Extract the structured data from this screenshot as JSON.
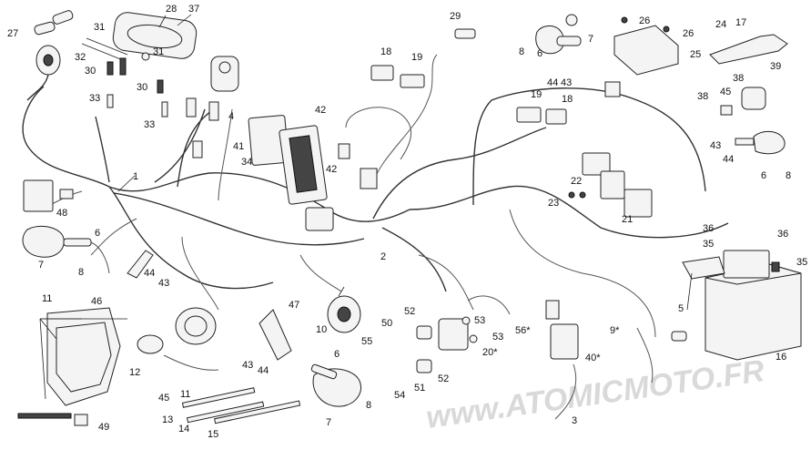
{
  "watermark": "www.ATOMICMOTO.FR",
  "callouts": [
    {
      "id": "c1",
      "text": "1"
    },
    {
      "id": "c2",
      "text": "2"
    },
    {
      "id": "c3",
      "text": "3"
    },
    {
      "id": "c4",
      "text": "4"
    },
    {
      "id": "c5",
      "text": "5"
    },
    {
      "id": "c6a",
      "text": "6"
    },
    {
      "id": "c6b",
      "text": "6"
    },
    {
      "id": "c6c",
      "text": "6"
    },
    {
      "id": "c6d",
      "text": "6"
    },
    {
      "id": "c7a",
      "text": "7"
    },
    {
      "id": "c7b",
      "text": "7"
    },
    {
      "id": "c7c",
      "text": "7"
    },
    {
      "id": "c8a",
      "text": "8"
    },
    {
      "id": "c8b",
      "text": "8"
    },
    {
      "id": "c8c",
      "text": "8"
    },
    {
      "id": "c8d",
      "text": "8"
    },
    {
      "id": "c9",
      "text": "9*"
    },
    {
      "id": "c10",
      "text": "10"
    },
    {
      "id": "c11a",
      "text": "11"
    },
    {
      "id": "c11b",
      "text": "11"
    },
    {
      "id": "c12",
      "text": "12"
    },
    {
      "id": "c13",
      "text": "13"
    },
    {
      "id": "c14",
      "text": "14"
    },
    {
      "id": "c15",
      "text": "15"
    },
    {
      "id": "c16",
      "text": "16"
    },
    {
      "id": "c17",
      "text": "17"
    },
    {
      "id": "c18a",
      "text": "18"
    },
    {
      "id": "c18b",
      "text": "18"
    },
    {
      "id": "c19a",
      "text": "19"
    },
    {
      "id": "c19b",
      "text": "19"
    },
    {
      "id": "c20",
      "text": "20*"
    },
    {
      "id": "c21",
      "text": "21"
    },
    {
      "id": "c22",
      "text": "22"
    },
    {
      "id": "c23",
      "text": "23"
    },
    {
      "id": "c24",
      "text": "24"
    },
    {
      "id": "c25",
      "text": "25"
    },
    {
      "id": "c26a",
      "text": "26"
    },
    {
      "id": "c26b",
      "text": "26"
    },
    {
      "id": "c27",
      "text": "27"
    },
    {
      "id": "c28",
      "text": "28"
    },
    {
      "id": "c29",
      "text": "29"
    },
    {
      "id": "c30a",
      "text": "30"
    },
    {
      "id": "c30b",
      "text": "30"
    },
    {
      "id": "c31a",
      "text": "31"
    },
    {
      "id": "c31b",
      "text": "31"
    },
    {
      "id": "c32",
      "text": "32"
    },
    {
      "id": "c33a",
      "text": "33"
    },
    {
      "id": "c33b",
      "text": "33"
    },
    {
      "id": "c34",
      "text": "34"
    },
    {
      "id": "c35a",
      "text": "35"
    },
    {
      "id": "c35b",
      "text": "35"
    },
    {
      "id": "c36a",
      "text": "36"
    },
    {
      "id": "c36b",
      "text": "36"
    },
    {
      "id": "c37",
      "text": "37"
    },
    {
      "id": "c38a",
      "text": "38"
    },
    {
      "id": "c38b",
      "text": "38"
    },
    {
      "id": "c39",
      "text": "39"
    },
    {
      "id": "c40",
      "text": "40*"
    },
    {
      "id": "c41",
      "text": "41"
    },
    {
      "id": "c42a",
      "text": "42"
    },
    {
      "id": "c42b",
      "text": "42"
    },
    {
      "id": "c43a",
      "text": "43"
    },
    {
      "id": "c43b",
      "text": "43"
    },
    {
      "id": "c43c",
      "text": "43"
    },
    {
      "id": "c43d",
      "text": "43"
    },
    {
      "id": "c44a",
      "text": "44"
    },
    {
      "id": "c44b",
      "text": "44"
    },
    {
      "id": "c44c",
      "text": "44"
    },
    {
      "id": "c44d",
      "text": "44"
    },
    {
      "id": "c45a",
      "text": "45"
    },
    {
      "id": "c45b",
      "text": "45"
    },
    {
      "id": "c46",
      "text": "46"
    },
    {
      "id": "c47",
      "text": "47"
    },
    {
      "id": "c48",
      "text": "48"
    },
    {
      "id": "c49",
      "text": "49"
    },
    {
      "id": "c50",
      "text": "50"
    },
    {
      "id": "c51",
      "text": "51"
    },
    {
      "id": "c52a",
      "text": "52"
    },
    {
      "id": "c52b",
      "text": "52"
    },
    {
      "id": "c53a",
      "text": "53"
    },
    {
      "id": "c53b",
      "text": "53"
    },
    {
      "id": "c54",
      "text": "54"
    },
    {
      "id": "c55",
      "text": "55"
    },
    {
      "id": "c56",
      "text": "56*"
    }
  ]
}
